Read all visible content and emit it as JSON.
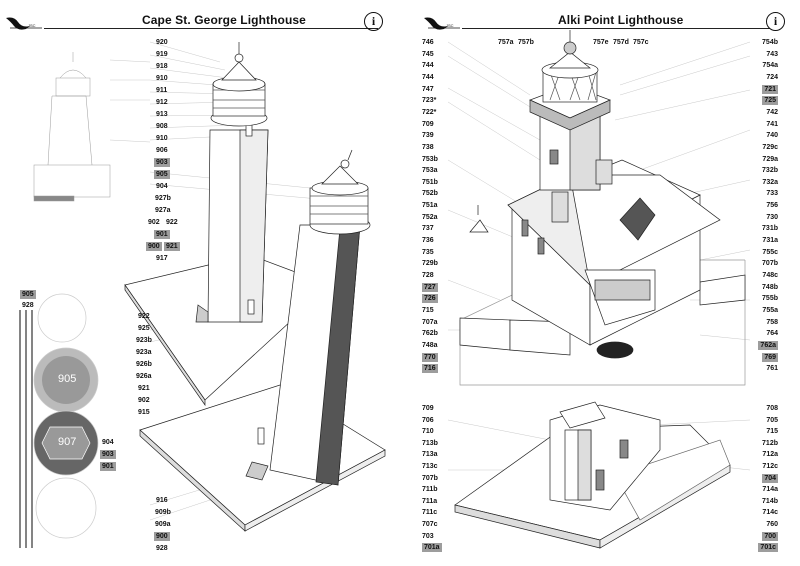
{
  "left_page": {
    "title": "Cape St. George Lighthouse",
    "info_icon": "info-icon",
    "logo_icon": "bird-logo-icon",
    "top_labels": [
      "920",
      "919",
      "918",
      "910",
      "911",
      "912",
      "913",
      "908",
      "910",
      "906",
      "903",
      "905",
      "904",
      "927b",
      "927a"
    ],
    "top_highlight": [
      "903",
      "905"
    ],
    "pair_labels": [
      [
        "902",
        "922"
      ]
    ],
    "mid_labels": [
      "901",
      "900",
      "921",
      "917"
    ],
    "mid_highlight": [
      "901",
      "900",
      "921"
    ],
    "base_labels": [
      "922",
      "925",
      "923b",
      "923a",
      "926b",
      "926a",
      "921",
      "902",
      "915"
    ],
    "bottom_labels": [
      "916",
      "909b",
      "909a",
      "900",
      "928"
    ],
    "bottom_highlight": [
      "900"
    ],
    "side_labels": [
      "905",
      "928"
    ],
    "side_highlight": [
      "905"
    ],
    "circle_labels": [
      [
        "904",
        "903",
        "901"
      ]
    ],
    "circle_text": [
      "905",
      "907"
    ]
  },
  "right_page": {
    "title": "Alki Point Lighthouse",
    "info_icon": "info-icon",
    "logo_icon": "bird-logo-icon",
    "top_row": [
      "757a",
      "757b",
      "757e",
      "757d",
      "757c"
    ],
    "left_col": [
      "746",
      "745",
      "744",
      "744",
      "747",
      "723*",
      "722*",
      "709",
      "739",
      "738",
      "753b",
      "753a",
      "751b",
      "752b",
      "751a",
      "752a",
      "737",
      "736",
      "735",
      "729b",
      "728",
      "727",
      "726",
      "715",
      "707a",
      "762b",
      "748a",
      "770",
      "716"
    ],
    "left_highlight": [
      "727",
      "726",
      "770",
      "716"
    ],
    "right_col": [
      "754b",
      "743",
      "754a",
      "724",
      "721",
      "725",
      "742",
      "741",
      "740",
      "729c",
      "729a",
      "732b",
      "732a",
      "733",
      "756",
      "730",
      "731b",
      "731a",
      "755c",
      "707b",
      "748c",
      "748b",
      "755b",
      "755a",
      "758",
      "764",
      "762a",
      "769",
      "761"
    ],
    "right_highlight": [
      "721",
      "725",
      "762a",
      "769"
    ],
    "lower_left": [
      "709",
      "706",
      "710",
      "713b",
      "713a",
      "713c",
      "707b",
      "711b",
      "711a",
      "711c",
      "707c",
      "703",
      "701a"
    ],
    "lower_left_highlight": [
      "701a"
    ],
    "lower_right": [
      "708",
      "705",
      "715",
      "712b",
      "712a",
      "712c",
      "704",
      "714a",
      "714b",
      "714c",
      "760",
      "700",
      "701c"
    ],
    "lower_right_highlight": [
      "704",
      "700",
      "701c"
    ]
  }
}
